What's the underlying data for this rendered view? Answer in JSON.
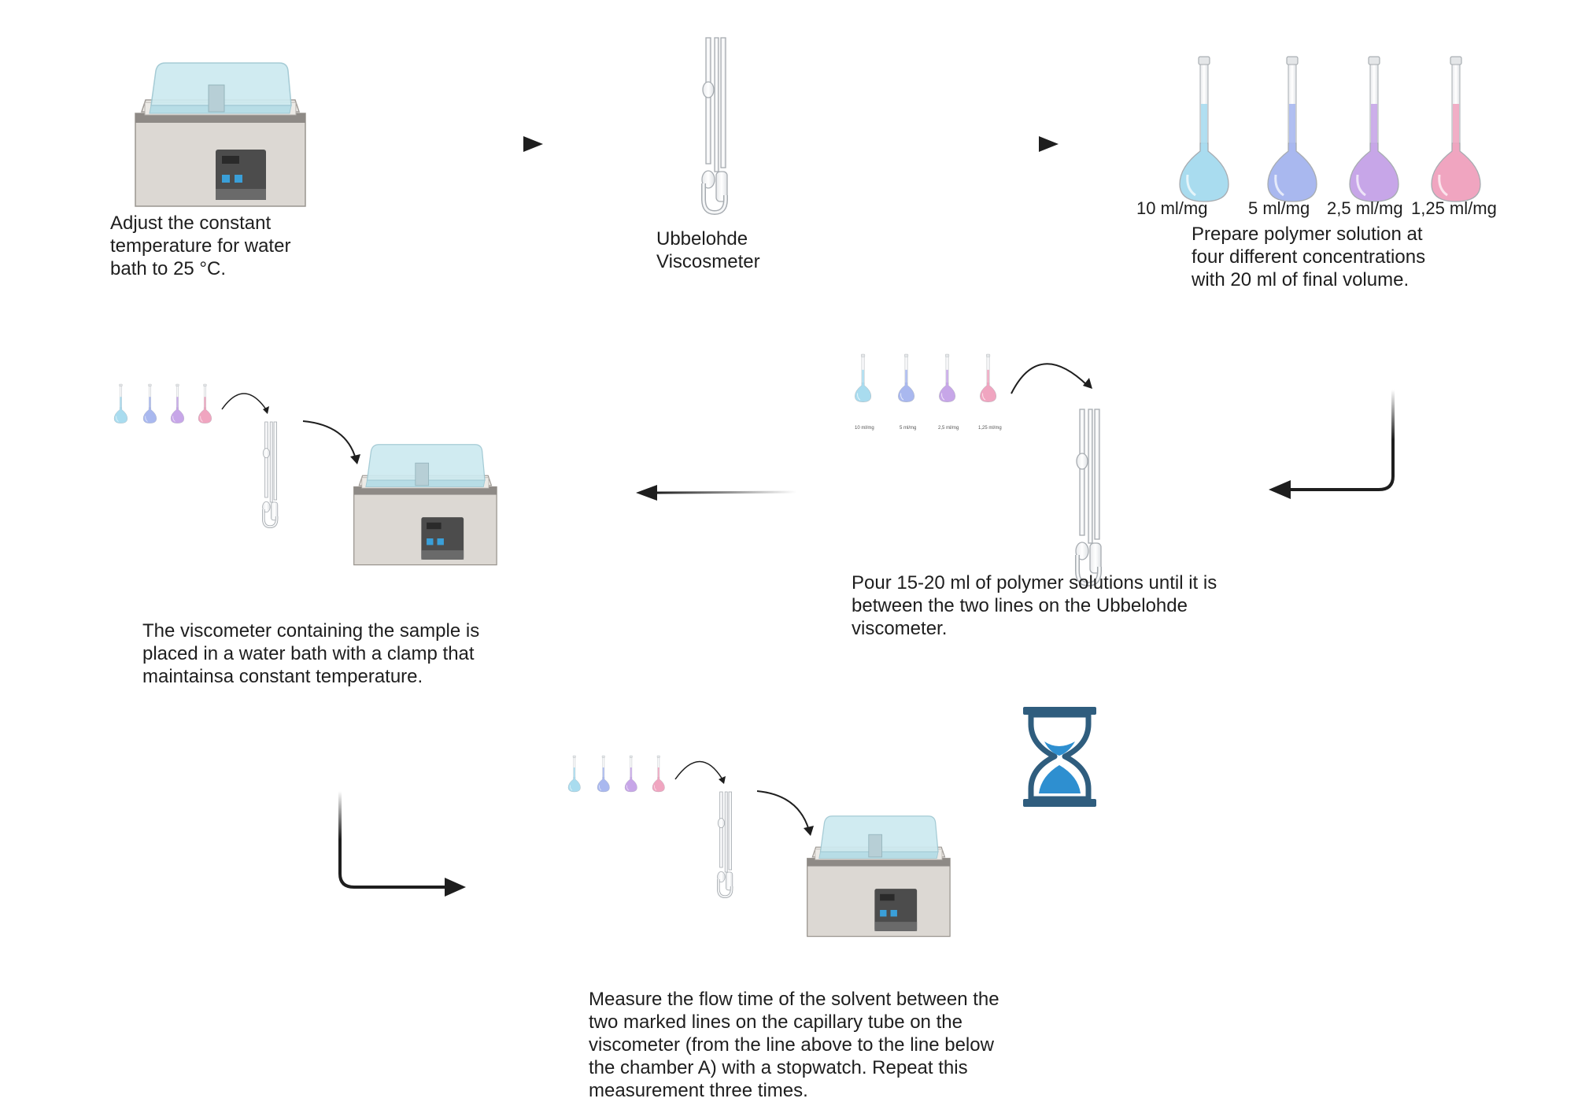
{
  "steps": {
    "water_bath": {
      "caption": "Adjust the constant\ntemperature for water\nbath to 25 °C."
    },
    "viscometer": {
      "caption": "Ubbelohde\nViscosmeter"
    },
    "solutions": {
      "caption": "Prepare polymer solution at\nfour different concentrations\nwith 20 ml of final volume.",
      "flasks": [
        {
          "label": "10 ml/mg",
          "color": "#a9dcef"
        },
        {
          "label": "5 ml/mg",
          "color": "#a9b8ef"
        },
        {
          "label": "2,5 ml/mg",
          "color": "#c7a6e8"
        },
        {
          "label": "1,25 ml/mg",
          "color": "#f0a5c0"
        }
      ]
    },
    "pour": {
      "caption": "Pour 15-20 ml of polymer solutions  until it is\nbetween the two lines on the Ubbelohde\nviscometer."
    },
    "place": {
      "caption": "The viscometer containing the sample is\nplaced in a water bath with a clamp that\nmaintainsa constant temperature."
    },
    "measure": {
      "caption": "Measure the flow time of the solvent between the\ntwo marked lines on the capillary tube on the\nviscometer (from the line above to the line below\nthe chamber A) with a stopwatch. Repeat this\nmeasurement three times."
    }
  },
  "icons": {
    "water_bath": "water-bath-icon",
    "viscometer": "ubbelohde-viscometer-icon",
    "flask": "volumetric-flask-icon",
    "hourglass": "hourglass-icon"
  },
  "colors": {
    "bath_body": "#dcd8d3",
    "bath_lid": "#cdeaf0",
    "hourglass_frame": "#2f5d7e",
    "hourglass_sand": "#2e8fd0",
    "arrow": "#1e1e1e"
  }
}
